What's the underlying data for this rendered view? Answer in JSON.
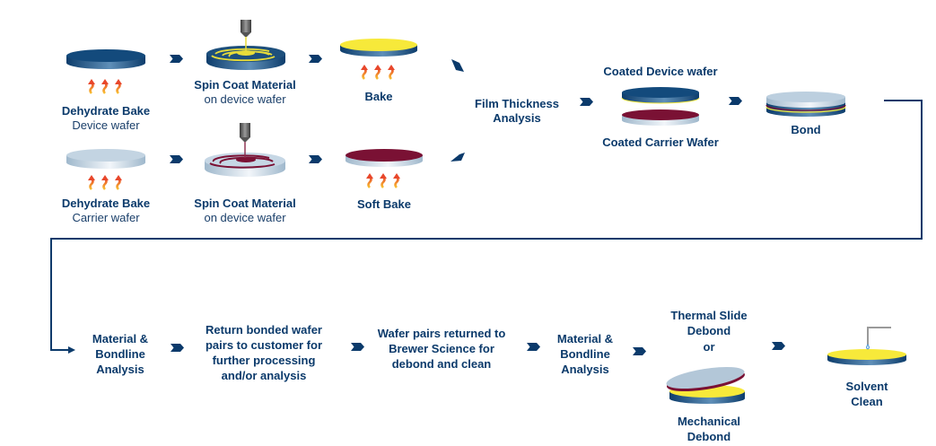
{
  "colors": {
    "navy": "#0b3a6b",
    "wafer_dark": "#124a7a",
    "wafer_light": "#b7cbdc",
    "yellow_coat": "#f7e93a",
    "maroon_coat": "#7a1134",
    "heat_top": "#e8472b",
    "heat_bottom": "#f9c233"
  },
  "top_row": {
    "device": [
      {
        "title": "Dehydrate Bake",
        "subtitle": "Device wafer",
        "icon": "blue-wafer-heat-icon"
      },
      {
        "title": "Spin Coat Material",
        "subtitle": "on device wafer",
        "icon": "spin-coat-yellow-icon"
      },
      {
        "title": "Bake",
        "subtitle": "",
        "icon": "yellow-wafer-heat-icon"
      }
    ],
    "carrier": [
      {
        "title": "Dehydrate Bake",
        "subtitle": "Carrier wafer",
        "icon": "light-wafer-heat-icon"
      },
      {
        "title": "Spin Coat Material",
        "subtitle": "on device wafer",
        "icon": "spin-coat-maroon-icon"
      },
      {
        "title": "Soft Bake",
        "subtitle": "",
        "icon": "maroon-wafer-heat-icon"
      }
    ],
    "film_thickness": {
      "line1": "Film Thickness",
      "line2": "Analysis"
    },
    "coated_pair": {
      "top_label": "Coated Device wafer",
      "bottom_label": "Coated Carrier Wafer"
    },
    "bond": {
      "label": "Bond"
    }
  },
  "bottom_row": {
    "steps": [
      {
        "lines": [
          "Material &",
          "Bondline",
          "Analysis"
        ]
      },
      {
        "lines": [
          "Return bonded wafer",
          "pairs to customer for",
          "further processing",
          "and/or analysis"
        ]
      },
      {
        "lines": [
          "Wafer pairs returned to",
          "Brewer Science for",
          "debond and clean"
        ]
      },
      {
        "lines": [
          "Material &",
          "Bondline",
          "Analysis"
        ]
      }
    ],
    "debond": {
      "line1": "Thermal Slide",
      "line2": "Debond",
      "or": "or",
      "mech1": "Mechanical",
      "mech2": "Debond"
    },
    "solvent": {
      "line1": "Solvent",
      "line2": "Clean"
    }
  }
}
